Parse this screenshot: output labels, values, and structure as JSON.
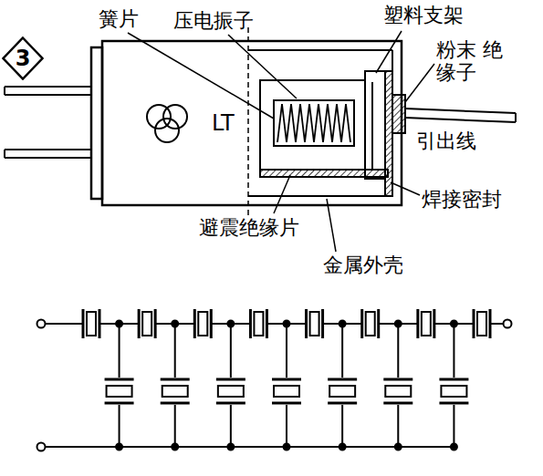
{
  "diagram": {
    "nodes": [
      {
        "text": [
          "3"
        ]
      }
    ],
    "labels": [
      "簧片",
      "压电振子",
      "塑料支架",
      "粉末 绝缘子",
      "引出线",
      "焊接密封",
      "避震绝缘片",
      "金属外壳",
      "LT"
    ]
  }
}
